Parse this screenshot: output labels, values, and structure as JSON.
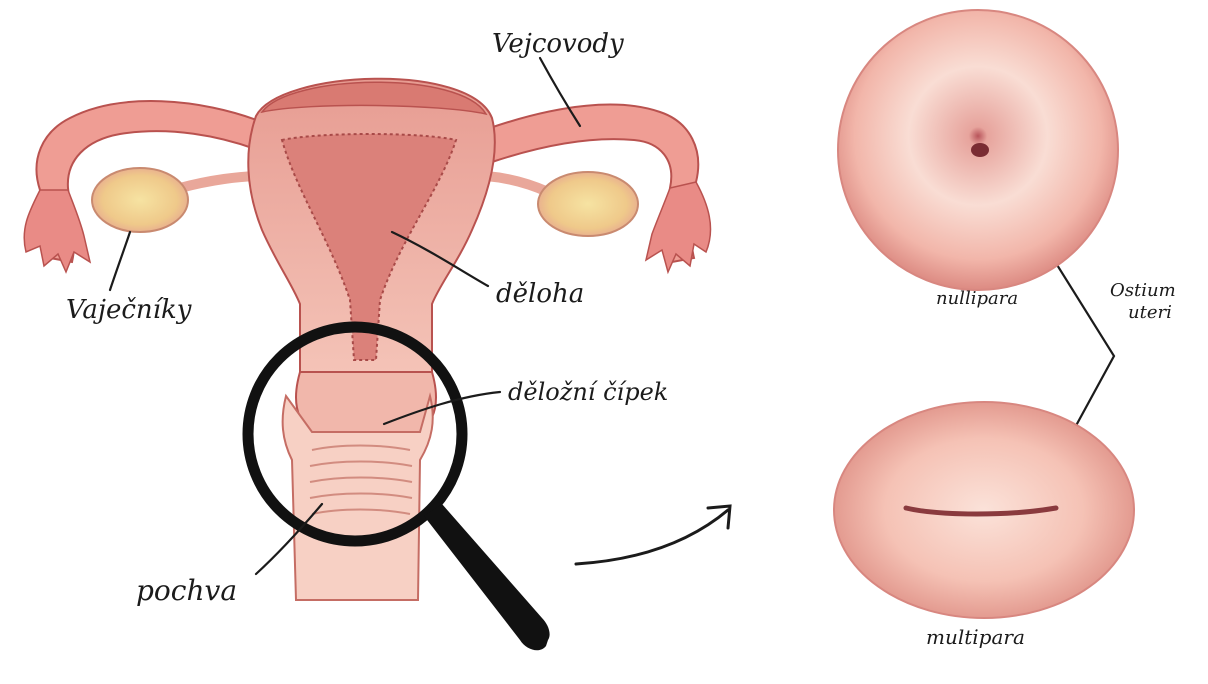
{
  "labels": {
    "fallopian_tubes": "Vejcovody",
    "ovaries": "Vaječníky",
    "uterus": "děloha",
    "cervix": "děložní čípek",
    "vagina": "pochva",
    "nullipara": "nullipara",
    "multipara": "multipara",
    "ostium_line1": "Ostium",
    "ostium_line2": "uteri"
  },
  "colors": {
    "tissue_light": "#f6c6bc",
    "tissue_mid": "#eda59a",
    "tissue_dark": "#c9605a",
    "ovary_yellow": "#f3dc8c",
    "lens_frame": "#111111",
    "ink": "#1b1b1b"
  }
}
